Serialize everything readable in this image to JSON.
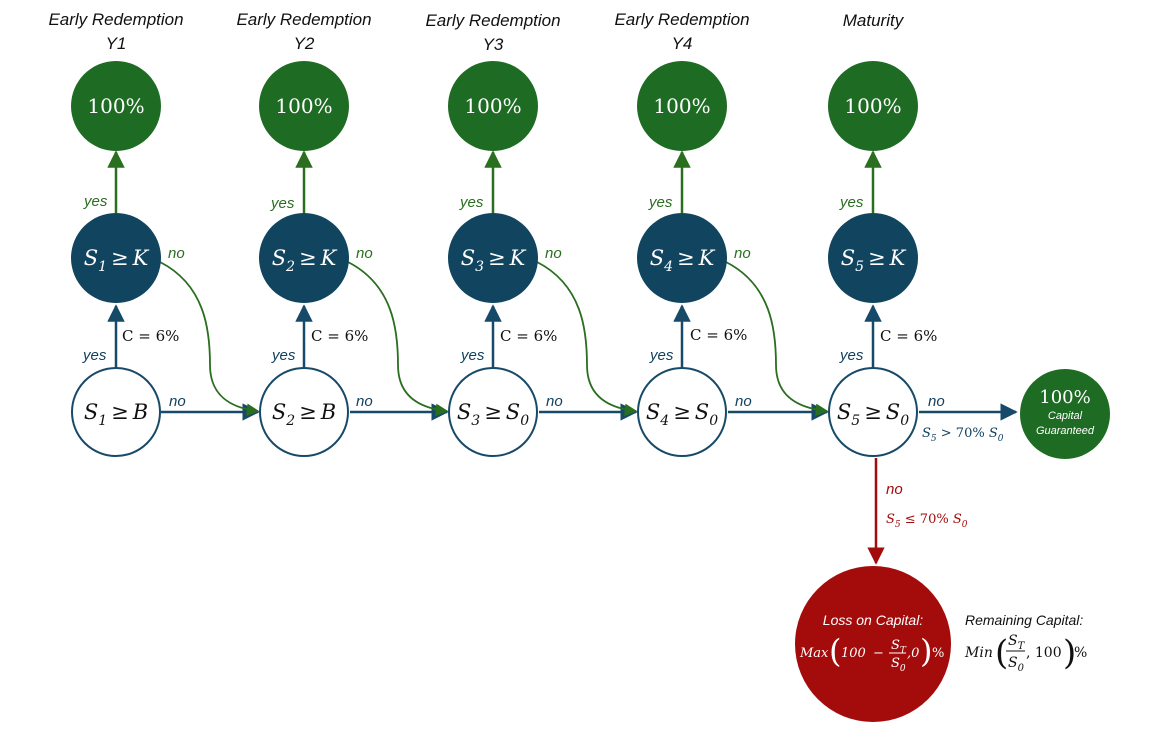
{
  "colors": {
    "green": "#1e6b23",
    "navy": "#11455f",
    "red": "#a40b0b",
    "line_green": "#2a6e1f",
    "line_blue": "#174a68"
  },
  "headers": [
    {
      "line1": "Early Redemption",
      "line2": "Y1"
    },
    {
      "line1": "Early Redemption",
      "line2": "Y2"
    },
    {
      "line1": "Early Redemption",
      "line2": "Y3"
    },
    {
      "line1": "Early Redemption",
      "line2": "Y4"
    },
    {
      "line1": "Maturity",
      "line2": ""
    }
  ],
  "payouts": [
    "100%",
    "100%",
    "100%",
    "100%",
    "100%"
  ],
  "autocall_nodes": [
    {
      "var": "S",
      "sub": "1",
      "rel": "≥",
      "rhs": "K"
    },
    {
      "var": "S",
      "sub": "2",
      "rel": "≥",
      "rhs": "K"
    },
    {
      "var": "S",
      "sub": "3",
      "rel": "≥",
      "rhs": "K"
    },
    {
      "var": "S",
      "sub": "4",
      "rel": "≥",
      "rhs": "K"
    },
    {
      "var": "S",
      "sub": "5",
      "rel": "≥",
      "rhs": "K"
    }
  ],
  "barrier_nodes": [
    {
      "var": "S",
      "sub": "1",
      "rel": "≥",
      "rhs": "B",
      "rhs_sub": ""
    },
    {
      "var": "S",
      "sub": "2",
      "rel": "≥",
      "rhs": "B",
      "rhs_sub": ""
    },
    {
      "var": "S",
      "sub": "3",
      "rel": "≥",
      "rhs": "S",
      "rhs_sub": "0"
    },
    {
      "var": "S",
      "sub": "4",
      "rel": "≥",
      "rhs": "S",
      "rhs_sub": "0"
    },
    {
      "var": "S",
      "sub": "5",
      "rel": "≥",
      "rhs": "S",
      "rhs_sub": "0"
    }
  ],
  "labels": {
    "yes": "yes",
    "no": "no",
    "coupon": "C = 6%"
  },
  "guaranteed": {
    "pct": "100%",
    "line1": "Capital",
    "line2": "Guaranteed",
    "condition": {
      "a": "S",
      "a_sub": "5",
      "mid": " > 70% ",
      "b": "S",
      "b_sub": "0"
    }
  },
  "loss_branch": {
    "condition": {
      "a": "S",
      "a_sub": "5",
      "mid": " ≤ 70% ",
      "b": "S",
      "b_sub": "0"
    }
  },
  "loss": {
    "title": "Loss on Capital:",
    "fn": "Max",
    "num": "100",
    "minus": "−",
    "frac_top": "S",
    "frac_top_sub": "T",
    "frac_bot": "S",
    "frac_bot_sub": "0",
    "tail": ",0",
    "pct": "%"
  },
  "remaining": {
    "title": "Remaining Capital:",
    "fn": "Min",
    "frac_top": "S",
    "frac_top_sub": "T",
    "frac_bot": "S",
    "frac_bot_sub": "0",
    "tail": ", 100",
    "pct": "%"
  }
}
